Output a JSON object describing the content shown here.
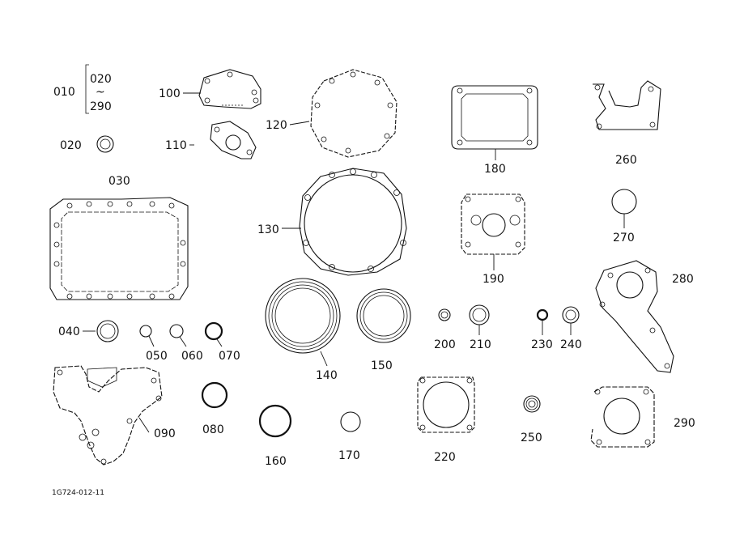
{
  "diagram": {
    "drawing_code": "1G724-012-11",
    "bracket_top": "020",
    "bracket_tilde": "~",
    "bracket_bottom": "290",
    "labels": {
      "p010": "010",
      "p020": "020",
      "p030": "030",
      "p040": "040",
      "p050": "050",
      "p060": "060",
      "p070": "070",
      "p080": "080",
      "p090": "090",
      "p100": "100",
      "p110": "110",
      "p120": "120",
      "p130": "130",
      "p140": "140",
      "p150": "150",
      "p160": "160",
      "p170": "170",
      "p180": "180",
      "p190": "190",
      "p200": "200",
      "p210": "210",
      "p220": "220",
      "p230": "230",
      "p240": "240",
      "p250": "250",
      "p260": "260",
      "p270": "270",
      "p280": "280",
      "p290": "290"
    }
  }
}
